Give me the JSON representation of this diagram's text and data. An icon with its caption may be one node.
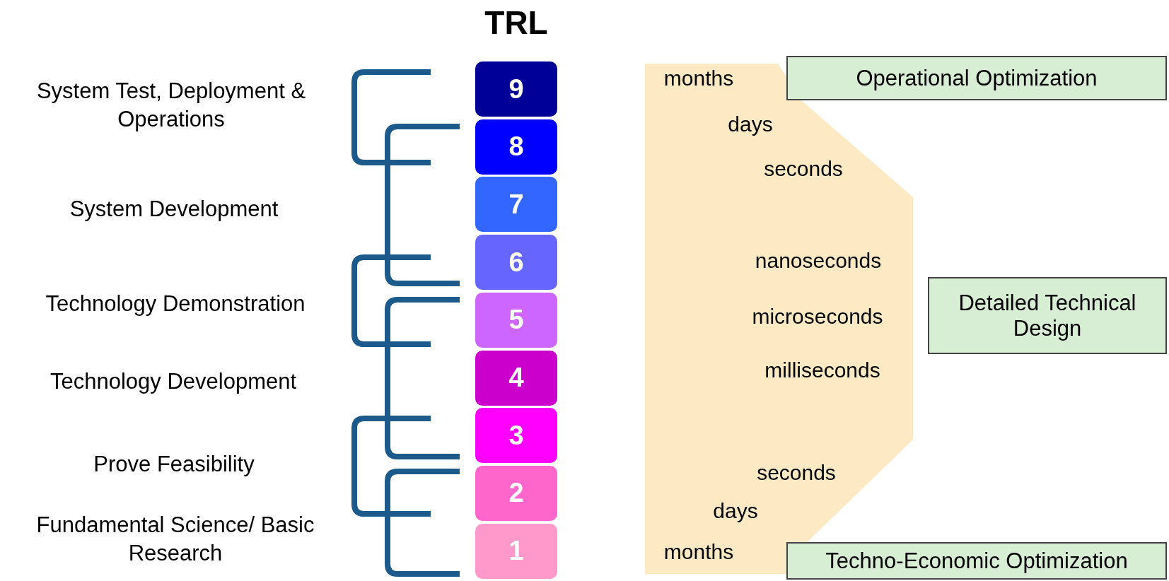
{
  "diagram": {
    "title": "TRL",
    "nodes": [
      {
        "text": [
          "9"
        ]
      },
      {
        "text": [
          "8"
        ]
      },
      {
        "text": [
          "7"
        ]
      },
      {
        "text": [
          "6"
        ]
      },
      {
        "text": [
          "5"
        ]
      },
      {
        "text": [
          "4"
        ]
      },
      {
        "text": [
          "3"
        ]
      },
      {
        "text": [
          "2"
        ]
      },
      {
        "text": [
          "1"
        ]
      },
      {
        "text": [
          "months",
          "days",
          "seconds",
          "nanoseconds",
          "microseconds",
          "milliseconds",
          "seconds",
          "days",
          "months"
        ]
      },
      {
        "text": [
          "Operational Optimization"
        ]
      },
      {
        "text": [
          "Detailed Technical Design"
        ]
      },
      {
        "text": [
          "Techno-Economic Optimization"
        ]
      }
    ],
    "edges": [],
    "labels": [
      "System Test, Deployment & Operations",
      "System Development",
      "Technology Demonstration",
      "Technology Development",
      "Prove Feasibility",
      "Fundamental Science/ Basic Research"
    ]
  }
}
